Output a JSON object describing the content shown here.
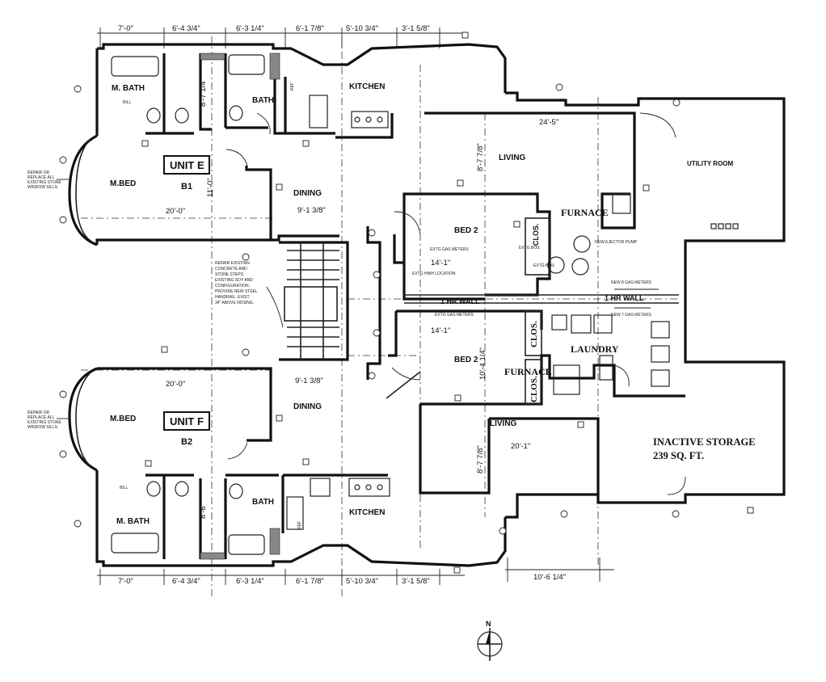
{
  "rooms": {
    "unit_e": "UNIT E",
    "unit_f": "UNIT F",
    "b1": "B1",
    "b2": "B2",
    "m_bath_top": "M. BATH",
    "m_bath_bottom": "M. BATH",
    "bath_top": "BATH",
    "bath_bottom": "BATH",
    "kitchen_top": "KITCHEN",
    "kitchen_bottom": "KITCHEN",
    "m_bed_top": "M.BED",
    "m_bed_bottom": "M.BED",
    "dining_top": "DINING",
    "dining_bottom": "DINING",
    "living_top": "LIVING",
    "living_bottom": "LIVING",
    "bed2_top": "BED 2",
    "bed2_bottom": "BED 2",
    "furnace_top": "FURNACE",
    "furnace_bottom": "FURNACE",
    "clos_1": "CLOS.",
    "clos_2": "CLOS.",
    "clos_3": "CLOS.",
    "laundry": "LAUNDRY",
    "utility_room": "UTILITY ROOM",
    "inactive_storage_1": "INACTIVE STORAGE",
    "inactive_storage_2": "239 SQ. FT.",
    "hr_wall_1": "1 HR WALL",
    "hr_wall_2": "1 HR WALL"
  },
  "dimensions": {
    "top": [
      "7'-0\"",
      "6'-4 3/4\"",
      "6'-3 1/4\"",
      "6'-1 7/8\"",
      "5'-10 3/4\"",
      "3'-1 5/8\""
    ],
    "bottom": [
      "7'-0\"",
      "6'-4 3/4\"",
      "6'-3 1/4\"",
      "6'-1 7/8\"",
      "5'-10 3/4\"",
      "3'-1 5/8\""
    ],
    "bottom_right": "10'-6 1/4\"",
    "mbed_width_top": "20'-0\"",
    "mbed_width_bottom": "20'-0\"",
    "dining_top": "9'-1 3/8\"",
    "dining_bottom": "9'-1 3/8\"",
    "living_top_w": "24'-5\"",
    "living_top_h": "8'-7 7/8\"",
    "living_bottom_w": "20'-1\"",
    "living_bottom_h": "8'-7 7/8\"",
    "bed2_top_w": "14'-1\"",
    "bed2_bottom_w": "14'-1\"",
    "bed2_bottom_h": "10'-4 1/4\"",
    "mbath_top_h": "8'-7 1/4\"",
    "bath_bottom_h": "8'-6\"",
    "unit_e_h": "11'-0\""
  },
  "notes": {
    "repair_top": [
      "REPAIR OR",
      "REPLACE ALL",
      "EXISTING STONE",
      "WINDOW SILLS."
    ],
    "repair_bottom": [
      "REPAIR OR",
      "REPLACE ALL",
      "EXISTING STONE",
      "WINDOW SILLS."
    ],
    "steps": [
      "REPAIR EXISTING",
      "CONCRETE AND",
      "STONE STEPS.",
      "EXISTING SOY AND",
      "CONFIGURATION.",
      "PROVIDE NEW STEEL",
      "HANDRAIL. EXIST.",
      "34\" ABOVE NOSING."
    ],
    "gas_meters_1": "EXTG GAS METERS",
    "gas_meters_2": "EXTG GAS METERS",
    "hwh_location": "EXTG HWH LOCATION",
    "extg_boil_1": "EXTG BOIL",
    "extg_boil_2": "EXTG BOIL",
    "ejector_pump": "NEW EJECTOR PUMP",
    "new_gas_meters_1": "NEW 8 GAS METERS",
    "new_gas_meters_2": "NEW 7 GAS METERS",
    "bill_1": "BILL",
    "bill_2": "BILL",
    "ref_1": "REF",
    "ref_2": "REF",
    "north": "N"
  }
}
